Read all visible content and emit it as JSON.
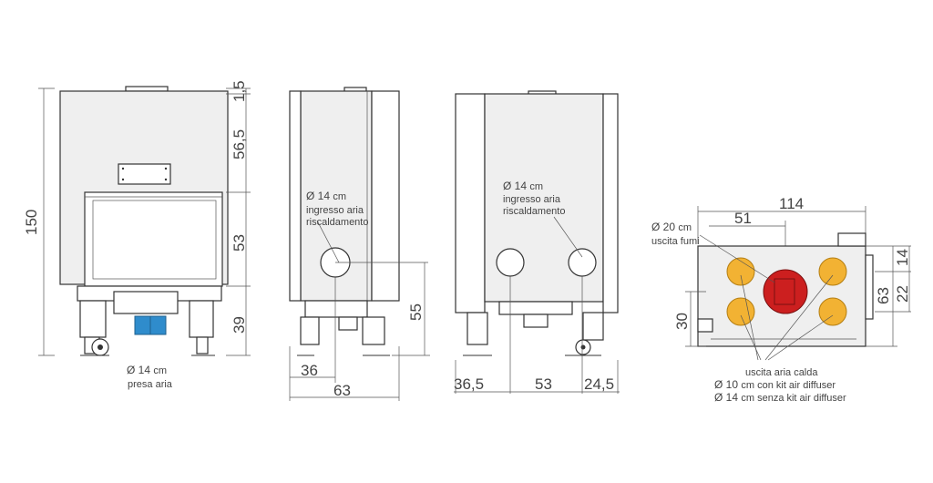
{
  "colors": {
    "background": "#ffffff",
    "body_fill": "#efefef",
    "line": "#333333",
    "air_inlet_blue": "#2f8ccc",
    "hot_air_orange": "#f2b233",
    "smoke_red": "#cc1f1f"
  },
  "front_view": {
    "dims": [
      "1,5",
      "56,5",
      "53",
      "39"
    ],
    "total_height": "150",
    "air_inlet_diameter": "Ø 14",
    "air_inlet_unit": "cm",
    "air_inlet_label": "presa aria"
  },
  "side_view_left": {
    "inlet_diameter": "Ø 14",
    "inlet_unit": "cm",
    "inlet_label_1": "ingresso aria",
    "inlet_label_2": "riscaldamento",
    "height_dim": "55",
    "offset_dim": "36",
    "depth_dim": "63"
  },
  "side_view_right": {
    "inlet_diameter": "Ø 14",
    "inlet_unit": "cm",
    "inlet_label_1": "ingresso aria",
    "inlet_label_2": "riscaldamento",
    "dims": [
      "36,5",
      "53",
      "24,5"
    ]
  },
  "top_view": {
    "width_dim": "114",
    "smoke_offset_dim": "51",
    "smoke_diameter": "Ø 20",
    "smoke_unit": "cm",
    "smoke_label": "uscita fumi",
    "right_dims": [
      "14",
      "22",
      "63"
    ],
    "left_dim": "30",
    "hot_air_label": "uscita aria calda",
    "kit_line_1_diameter": "Ø 10",
    "kit_line_1_text": "cm con kit air diffuser",
    "kit_line_2_diameter": "Ø 14",
    "kit_line_2_text": "cm senza kit air diffuser"
  }
}
